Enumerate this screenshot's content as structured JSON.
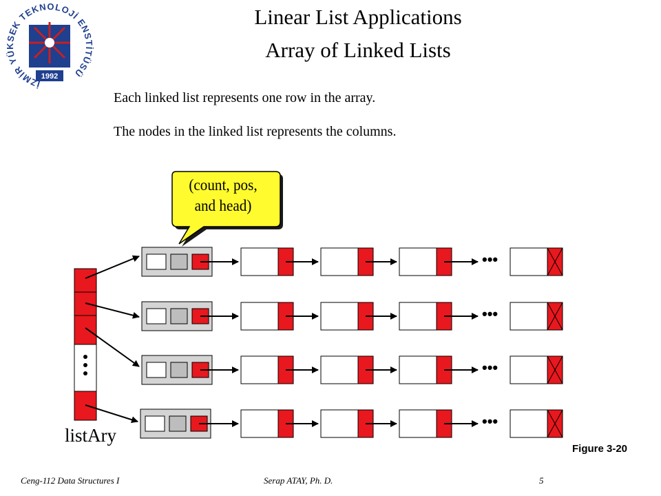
{
  "slide": {
    "title_line1": "Linear List Applications",
    "title_line2": "Array of Linked Lists",
    "bullet1": "Each linked list represents one row in the array.",
    "bullet2": "The nodes in the linked list represents the columns."
  },
  "logo": {
    "ring_text": "İZMİR YÜKSEK TEKNOLOJİ ENSTİTÜSÜ",
    "year": "1992",
    "colors": {
      "ring": "#1f3f8f",
      "star": "#c82020",
      "bg": "#ffffff"
    }
  },
  "diagram": {
    "callout_text": "(count, pos, and head)",
    "array_label": "listAry",
    "ellipsis": "•••",
    "colors": {
      "pointer": "#e8181e",
      "node": "#ffffff",
      "header_bg": "#d4d4d4",
      "callout": "#fffb2e"
    }
  },
  "figure_label": "Figure 3-20",
  "footer": {
    "course": "Ceng-112 Data Structures I",
    "author": "Serap ATAY, Ph. D.",
    "page": "5"
  }
}
